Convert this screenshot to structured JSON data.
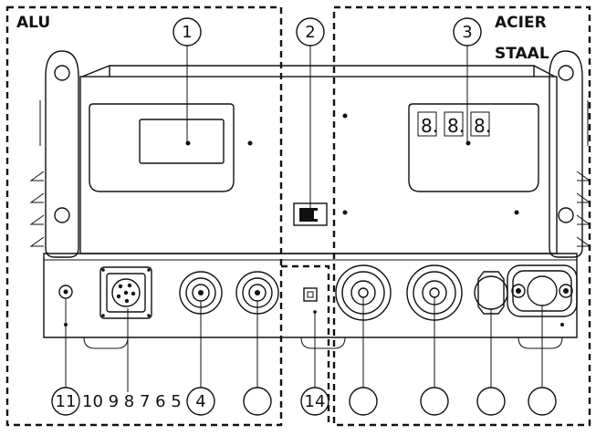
{
  "zones": {
    "left_label": "ALU",
    "right_label_line1": "ACIER",
    "right_label_line2": "STAAL"
  },
  "callouts": {
    "top": [
      "1",
      "2",
      "3"
    ],
    "bottom_11": "11",
    "bottom_seq": "10 9 8 7 6 5",
    "bottom_4": "4",
    "bottom_14": "14"
  },
  "display": {
    "digits": [
      "8.",
      "8.",
      "8."
    ]
  }
}
